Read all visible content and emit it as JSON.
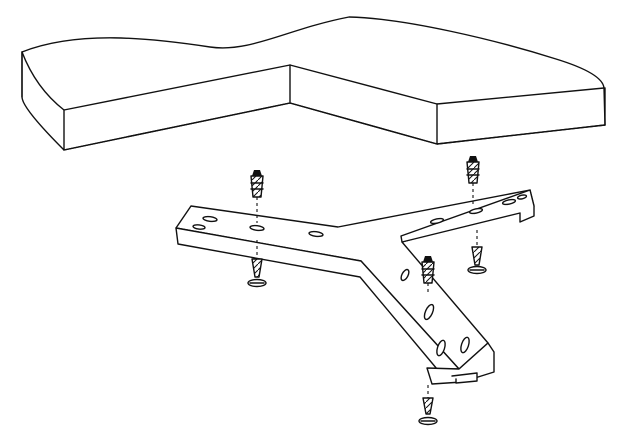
{
  "diagram": {
    "colors": {
      "stroke": "#111111",
      "fill": "#ffffff"
    },
    "parts": [
      "corner-shelf-top",
      "y-shaped-mounting-bracket",
      "wall-anchor",
      "screw"
    ],
    "counts": {
      "wall_anchors": 3,
      "screws": 3
    }
  }
}
